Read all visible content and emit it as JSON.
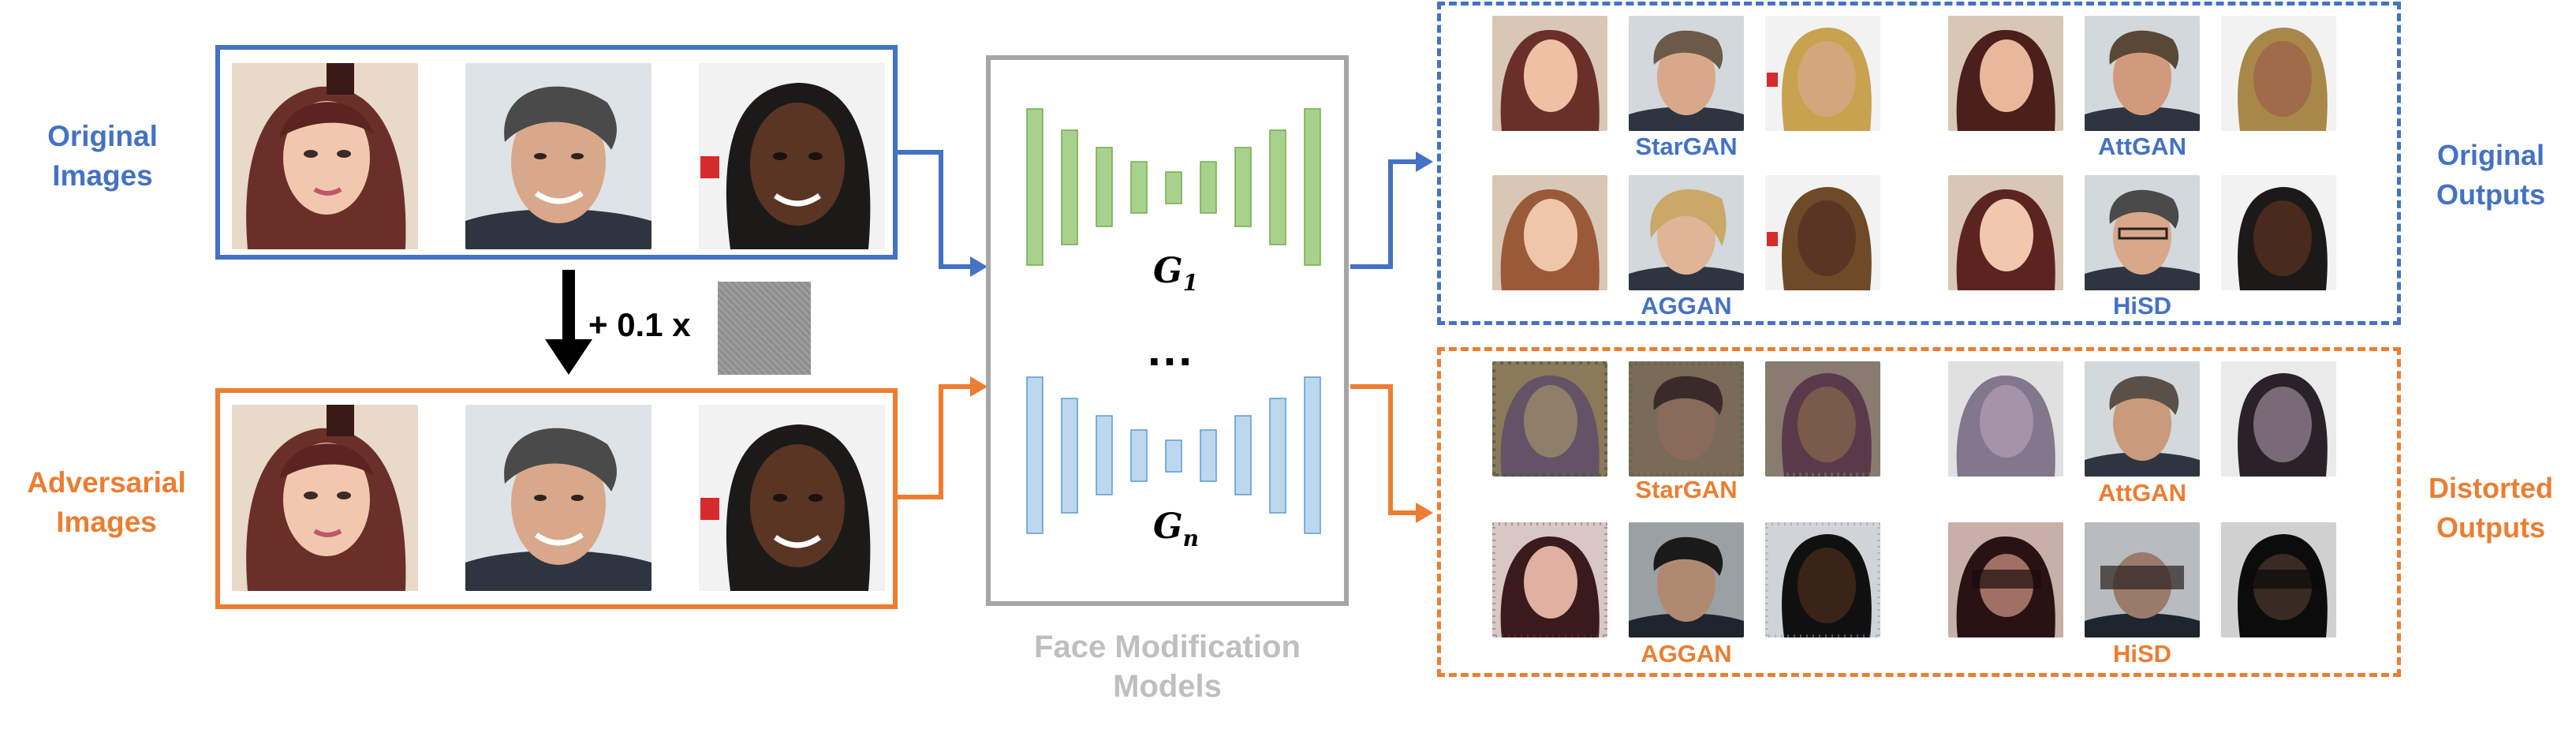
{
  "labels": {
    "original_images": [
      "Original",
      "Images"
    ],
    "adversarial_images": [
      "Adversarial",
      "Images"
    ],
    "perturbation": "+ 0.1 x",
    "models": [
      "Face Modification",
      "Models"
    ],
    "g1": "G",
    "g1_sub": "1",
    "gn": "G",
    "gn_sub": "n",
    "ellipsis": "...",
    "original_outputs": [
      "Original",
      "Outputs"
    ],
    "distorted_outputs": [
      "Distorted",
      "Outputs"
    ]
  },
  "gan_names_original": [
    "StarGAN",
    "AttGAN",
    "AGGAN",
    "HiSD"
  ],
  "gan_names_distorted": [
    "StarGAN",
    "AttGAN",
    "AGGAN",
    "HiSD"
  ],
  "colors": {
    "blue": "#4472c4",
    "orange": "#ed7d31",
    "gray": "#a6a6a6",
    "green_bar": "#a9d18e",
    "blue_bar": "#bdd7ee"
  }
}
